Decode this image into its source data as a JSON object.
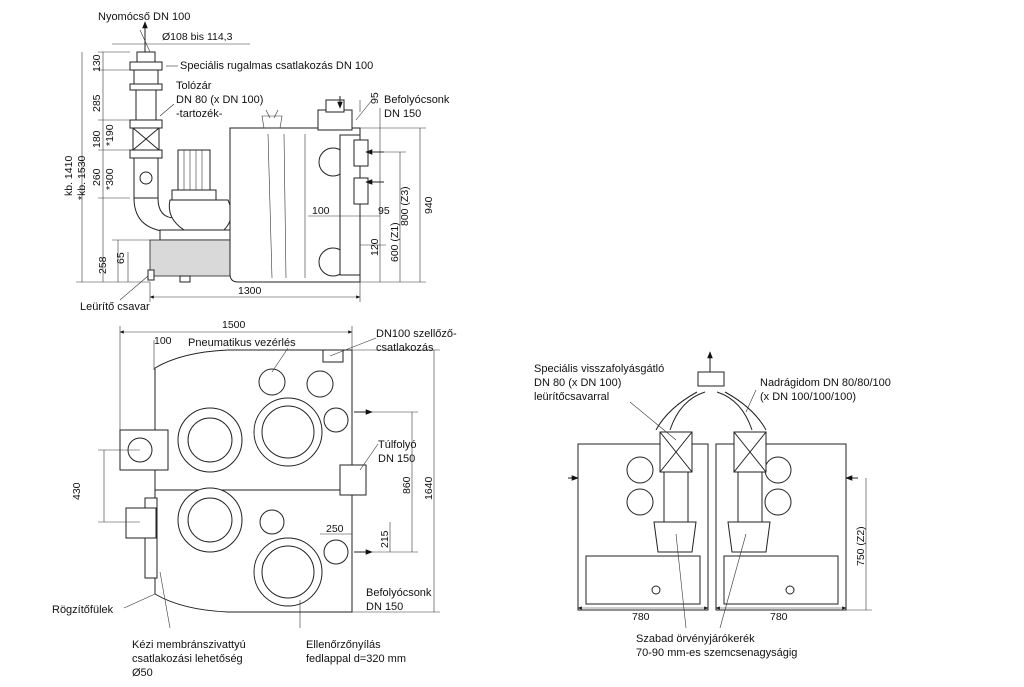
{
  "side_view": {
    "labels": {
      "pressure_pipe": "Nyomócső DN 100",
      "pipe_diameter": "Ø108 bis 114,3",
      "flex_connection": "Speciális rugalmas csatlakozás DN 100",
      "gate_valve_1": "Tolózár",
      "gate_valve_2": "DN 80 (x DN 100)",
      "gate_valve_3": "-tartozék-",
      "inlet_1": "Befolyócsonk",
      "inlet_2": "DN 150",
      "drain_screw": "Leürítő csavar"
    },
    "dims": {
      "d130": "130",
      "d285": "285",
      "d180": "180",
      "d190": "*190",
      "d260": "260",
      "d300": "*300",
      "d258": "258",
      "d65": "65",
      "d95a": "95",
      "d100": "100",
      "d95b": "95",
      "d120": "120",
      "d600": "600 (Z1)",
      "d800": "800 (Z3)",
      "d940": "940",
      "d1300": "1300",
      "kb1410": "kb. 1410",
      "kb1530": "*kb. 1530"
    }
  },
  "top_view": {
    "labels": {
      "pneumatic": "Pneumatikus vezérlés",
      "vent_1": "DN100 szellőző-",
      "vent_2": "csatlakozás",
      "overflow_1": "Túlfolyó",
      "overflow_2": "DN 150",
      "inlet_1": "Befolyócsonk",
      "inlet_2": "DN 150",
      "fixing": "Rögzítőfülek",
      "pump_1": "Kézi membránszivattyú",
      "pump_2": "csatlakozási lehetőség",
      "pump_3": "Ø50",
      "inspection_1": "Ellenőrzőnyílás",
      "inspection_2": "fedlappal d=320 mm"
    },
    "dims": {
      "d1500": "1500",
      "d100": "100",
      "d430": "430",
      "d860": "860",
      "d1640": "1640",
      "d250": "250",
      "d215": "215"
    }
  },
  "front_view": {
    "labels": {
      "check_valve_1": "Speciális visszafolyásgátló",
      "check_valve_2": "DN 80 (x DN 100)",
      "check_valve_3": "leürítőcsavarral",
      "y_pipe_1": "Nadrágidom DN 80/80/100",
      "y_pipe_2": "(x DN 100/100/100)",
      "impeller_1": "Szabad örvényjárókerék",
      "impeller_2": "70-90 mm-es szemcsenagyságig"
    },
    "dims": {
      "d780a": "780",
      "d780b": "780",
      "d750": "750 (Z2)"
    }
  }
}
